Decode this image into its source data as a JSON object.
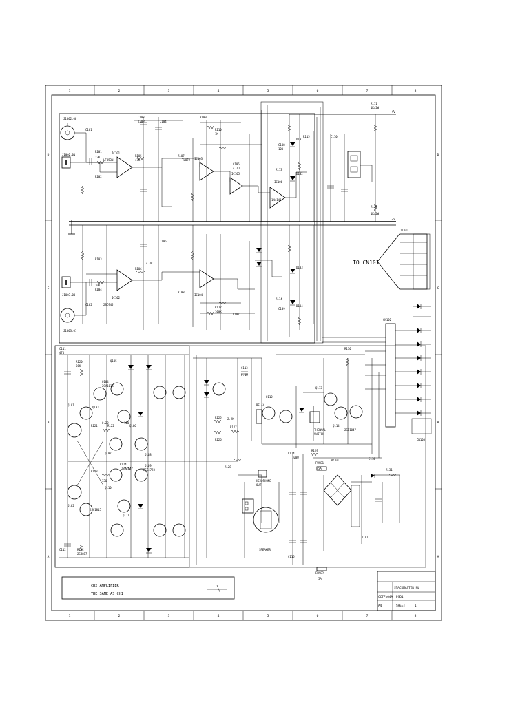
{
  "frame": {
    "columns": [
      "1",
      "2",
      "3",
      "4",
      "5",
      "6",
      "7",
      "8"
    ],
    "rows": [
      "D",
      "C",
      "B",
      "A"
    ]
  },
  "input_jacks": [
    "J1002.00",
    "J1002.01",
    "J1003.00",
    "J1003.01"
  ],
  "rails": {
    "pos": "+V",
    "neg": "-V",
    "pos_resistor": "R111",
    "pos_resistor_value": "1K/2W",
    "neg_resistor": "R116",
    "neg_resistor_value": "1K/2W"
  },
  "ics": [
    "IC101",
    "IC102",
    "IC103",
    "IC104",
    "IC105",
    "IC106"
  ],
  "preamp_labels": [
    "C101",
    "R101",
    "R102",
    "R103",
    "R104",
    "C102",
    "C103",
    "R105",
    "R106",
    "R107",
    "R108",
    "C104",
    "C105",
    "R109",
    "R110",
    "R112",
    "C106",
    "C107",
    "C108",
    "C109",
    "R113",
    "R114",
    "R115",
    "C110",
    "D101",
    "D102",
    "D103",
    "D104",
    "22K",
    "10K",
    "47K",
    "4.7K",
    "1K",
    "100K",
    "220P",
    "4.7U",
    "10U",
    "LF353N",
    "TL072",
    "1N4148",
    "2SC945"
  ],
  "connector_label": "TO CN101",
  "cn_labels": [
    "CN101",
    "CN102",
    "CN103"
  ],
  "power_labels": [
    "Q101",
    "Q102",
    "Q103",
    "Q104",
    "Q105",
    "Q106",
    "Q107",
    "Q108",
    "Q109",
    "Q110",
    "Q111",
    "Q112",
    "Q113",
    "Q114",
    "R120",
    "R121",
    "R122",
    "R123",
    "R124",
    "R125",
    "R126",
    "R127",
    "R128",
    "R129",
    "R130",
    "R131",
    "R132",
    "C111",
    "C112",
    "C113",
    "C114",
    "C115",
    "C116",
    "0.22",
    "100",
    "330",
    "2.2K",
    "56K",
    "47U",
    "100U",
    "0.1U",
    "2SA1015",
    "2SC1815",
    "2SA1837",
    "2SC4793",
    "2SB817",
    "2SD1047"
  ],
  "relay_label": "RELAY",
  "thermal_switch": [
    "THERMAL",
    "SWITCH"
  ],
  "headphone_label": [
    "HEADPHONE",
    "OUT"
  ],
  "speaker_label": "SPEAKER",
  "fuse_labels": [
    "FUSE1",
    "5A",
    "FUSE2",
    "5A"
  ],
  "rectifier_label": "BR101",
  "transformer_label": "T101",
  "ch2_note": [
    "CH2 AMPLIFIER",
    "THE SAME AS CH1"
  ],
  "title_block": {
    "company": "STACKMASTER.ML",
    "model": "PSO1",
    "drawing": "CC7Fx04A",
    "sheet": "SHEET",
    "size": "A4",
    "num": "1"
  }
}
